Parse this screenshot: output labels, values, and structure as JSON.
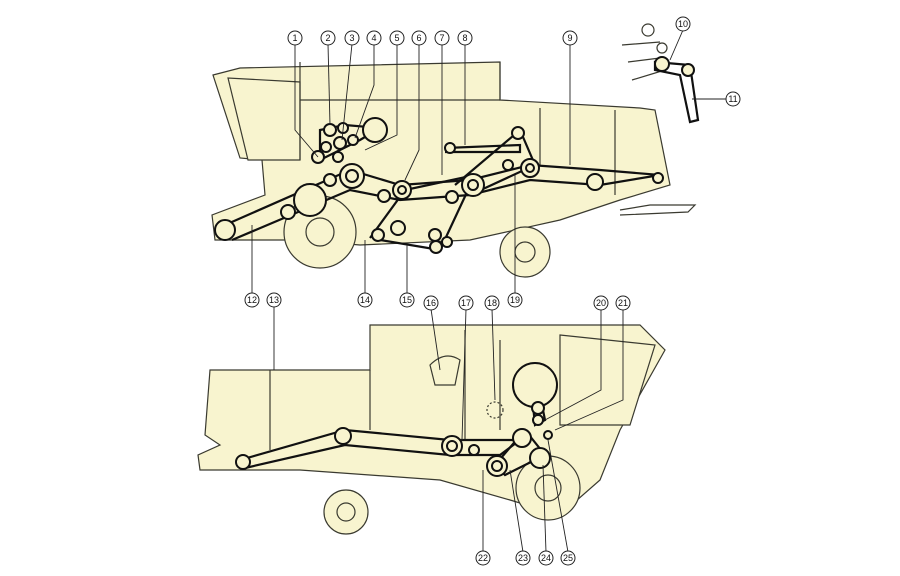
{
  "title": "Combine harvester belt drive diagram",
  "callouts": [
    "1",
    "2",
    "3",
    "4",
    "5",
    "6",
    "7",
    "8",
    "9",
    "10",
    "11",
    "12",
    "13",
    "14",
    "15",
    "16",
    "17",
    "18",
    "19",
    "20",
    "21",
    "22",
    "23",
    "24",
    "25"
  ],
  "colors": {
    "body": "#f8f4cf",
    "line": "#111111"
  }
}
